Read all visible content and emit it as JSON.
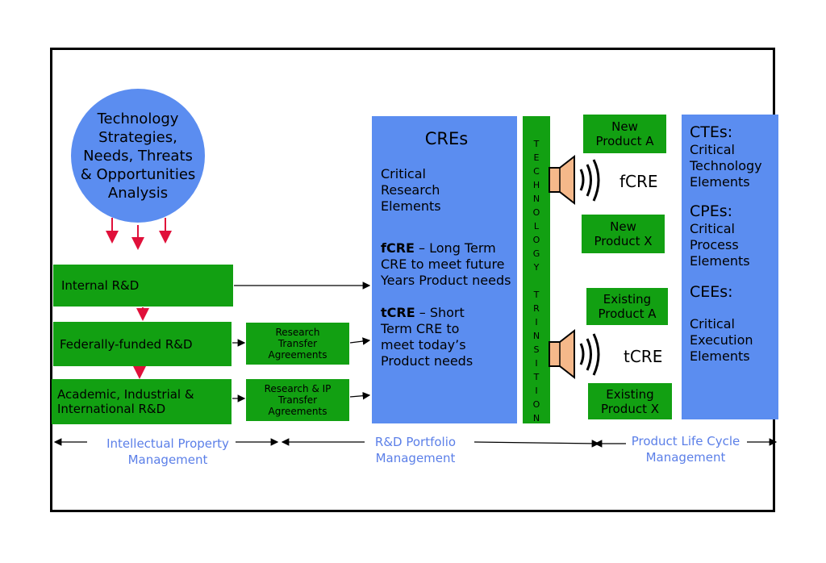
{
  "circle": {
    "text": "Technology Strategies, Needs, Threats & Opportunities Analysis"
  },
  "rd_boxes": [
    {
      "label": "Internal R&D"
    },
    {
      "label": "Federally-funded R&D"
    },
    {
      "label": "Academic, Industrial & International R&D"
    }
  ],
  "agreements": [
    {
      "label": "Research Transfer Agreements"
    },
    {
      "label": "Research & IP Transfer Agreements"
    }
  ],
  "cres": {
    "title": "CREs",
    "subtitle": "Critical Research Elements",
    "fcre_bold": "fCRE",
    "fcre_text": " – Long Term CRE to meet future Years Product needs",
    "tcre_bold": "tCRE",
    "tcre_text": " – Short Term CRE to meet today’s Product needs"
  },
  "transition": {
    "letters": [
      "T",
      "E",
      "C",
      "H",
      "N",
      "O",
      "L",
      "O",
      "G",
      "Y",
      "",
      "T",
      "R",
      "I",
      "N",
      "S",
      "I",
      "T",
      "I",
      "O",
      "N"
    ]
  },
  "products": {
    "new_a": "New Product A",
    "new_x": "New Product X",
    "existing_a": "Existing Product A",
    "existing_x": "Existing Product X"
  },
  "speakers": {
    "fcre": "fCRE",
    "tcre": "tCRE",
    "icon": "speaker-icon"
  },
  "right_panel": {
    "ctes_title": "CTEs:",
    "ctes_text": "Critical Technology Elements",
    "cpes_title": "CPEs:",
    "cpes_text": "Critical Process Elements",
    "cees_title": "CEEs:",
    "cees_text": "Critical Execution Elements"
  },
  "bottom_labels": {
    "ipm": "Intellectual Property Management",
    "rdp": "R&D Portfolio Management",
    "plc": "Product Life Cycle Management"
  },
  "colors": {
    "green": "#12a012",
    "blue": "#5b8df0",
    "label_blue": "#5b7fe8",
    "arrow_red": "#e0103a",
    "speaker": "#f5b88a"
  }
}
